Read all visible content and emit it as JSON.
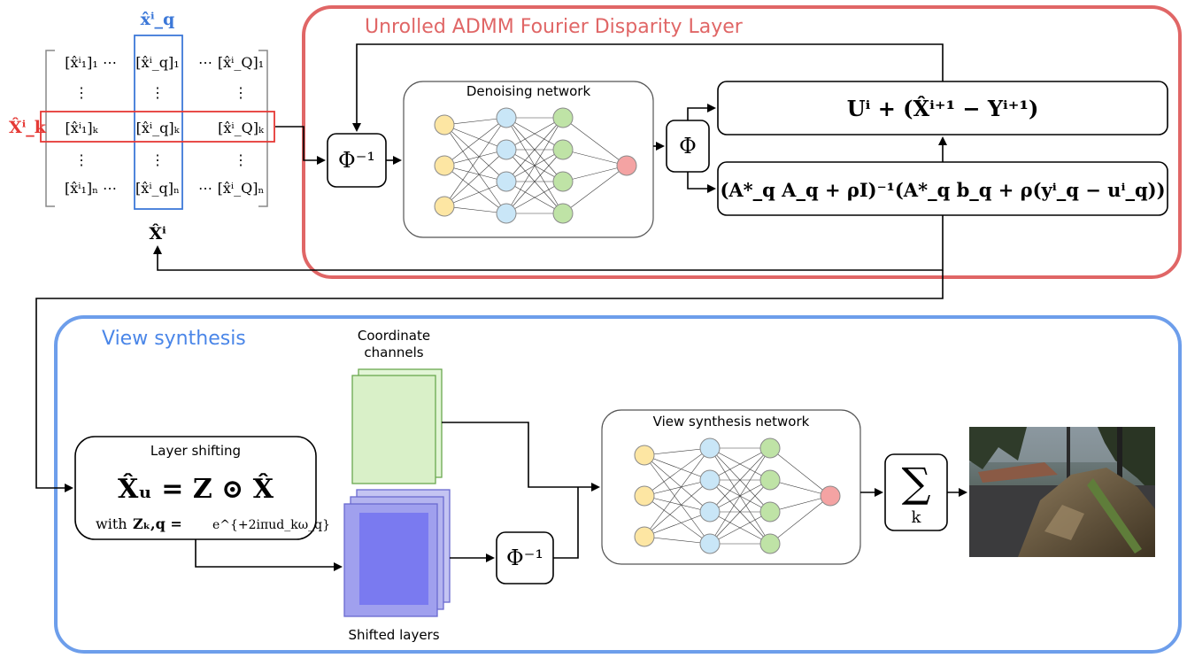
{
  "admm_panel": {
    "title": "Unrolled ADMM Fourier Disparity Layer",
    "color": "#e06666",
    "denoiser_title": "Denoising network",
    "phi_inv": "Φ⁻¹",
    "phi": "Φ",
    "update_u": "Uⁱ + (X̂ⁱ⁺¹ − Yⁱ⁺¹)",
    "update_x": "(A*_q A_q + ρI)⁻¹(A*_q b_q + ρ(yⁱ_q − uⁱ_q))"
  },
  "matrix": {
    "col_label": "x̂ⁱ_q",
    "row_label": "X̂ⁱ_k",
    "output_label": "X̂ⁱ",
    "rows": [
      [
        "[x̂ⁱ₁]₁",
        "⋯",
        "[x̂ⁱ_q]₁",
        "⋯",
        "[x̂ⁱ_Q]₁"
      ],
      [
        "⋮",
        "",
        "⋮",
        "",
        "⋮"
      ],
      [
        "[x̂ⁱ₁]ₖ",
        "",
        "[x̂ⁱ_q]ₖ",
        "",
        "[x̂ⁱ_Q]ₖ"
      ],
      [
        "⋮",
        "",
        "⋮",
        "",
        "⋮"
      ],
      [
        "[x̂ⁱ₁]ₙ",
        "⋯",
        "[x̂ⁱ_q]ₙ",
        "⋯",
        "[x̂ⁱ_Q]ₙ"
      ]
    ],
    "col_color": "#3c78d8",
    "row_color": "#e53935"
  },
  "synthesis_panel": {
    "title": "View synthesis",
    "color": "#6d9eeb",
    "layer_shifting_title": "Layer shifting",
    "layer_shifting_eq": "X̂ᵤ = Z ⊙ X̂",
    "layer_shifting_with": "with",
    "layer_shifting_z": "Zₖ,q =",
    "layer_shifting_exp": "e^{+2iπud_kω_q}",
    "coord_label_1": "Coordinate",
    "coord_label_2": "channels",
    "shifted_label": "Shifted layers",
    "phi_inv": "Φ⁻¹",
    "network_title": "View synthesis network",
    "sum_symbol": "∑",
    "sum_index": "k"
  }
}
